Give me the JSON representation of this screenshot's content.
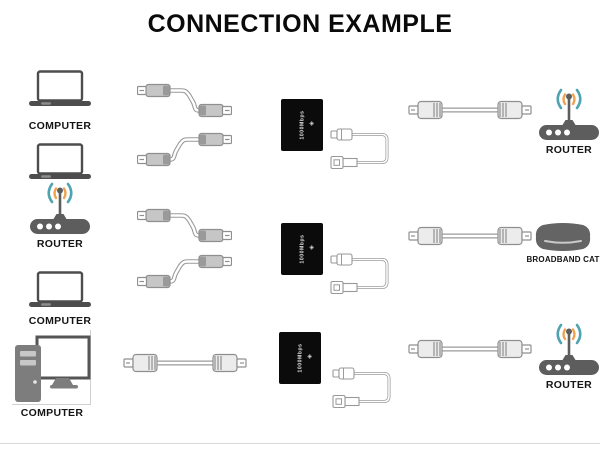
{
  "title": "CONNECTION EXAMPLE",
  "left_column": {
    "computer1_label": "COMPUTER",
    "router_label": "ROUTER",
    "computer2_label": "COMPUTER",
    "computer3_label": "COMPUTER"
  },
  "right_column": {
    "router_top_label": "ROUTER",
    "broadband_cat_label": "BROADBAND CAT",
    "router_bottom_label": "ROUTER"
  },
  "extender": {
    "text": "1000Mbps",
    "logo_icon": "triangle-logo"
  },
  "icons": {
    "laptop": "laptop-icon",
    "router": "wifi-router-icon",
    "desktop": "desktop-computer-icon",
    "broadband_cat": "broadband-cat-icon",
    "s_cable": "ethernet-patch-cable-icon",
    "straight_cable": "ethernet-cable-icon",
    "usb_cable": "usb-power-cable-icon",
    "extender_box": "network-extender-icon"
  },
  "colors": {
    "wifi_outer_teal": "#4FA3B0",
    "wifi_inner_orange": "#F0A150",
    "device_gray": "#5d5d5d",
    "cable_outline": "#8f8f8f",
    "extender_black": "#0b0b0b",
    "divider_gray": "#d0d0d0"
  }
}
